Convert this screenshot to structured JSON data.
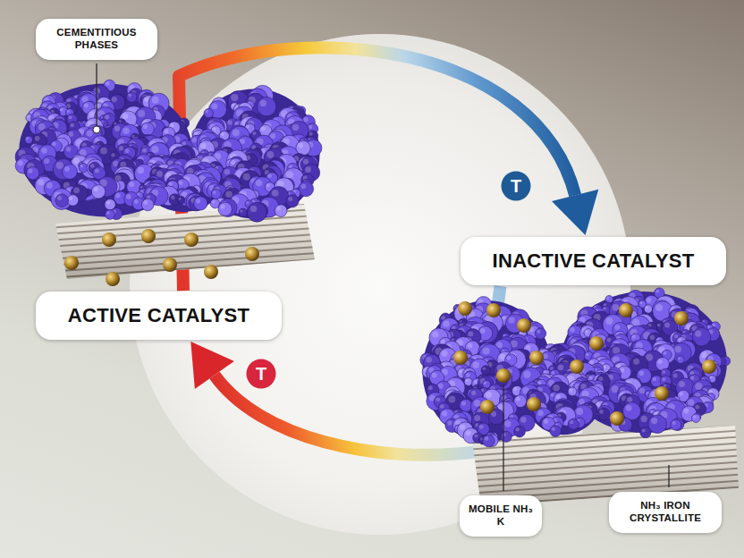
{
  "diagram": {
    "nodes": [
      {
        "text": [
          "CEMENTITIOUS PHASES"
        ]
      },
      {
        "text": [
          "T"
        ]
      },
      {
        "text": [
          "INACTIVE CATALYST"
        ]
      },
      {
        "text": [
          "ACTIVE CATALYST"
        ]
      },
      {
        "text": [
          "T"
        ]
      },
      {
        "text": [
          "MOBILE NH₃ K"
        ]
      },
      {
        "text": [
          "NH₃ IRON CRYSTALLITE"
        ]
      }
    ],
    "edges": [
      {
        "from": 3,
        "to": 2,
        "arrow": "to"
      },
      {
        "from": 2,
        "to": 3,
        "arrow": "to"
      }
    ]
  }
}
